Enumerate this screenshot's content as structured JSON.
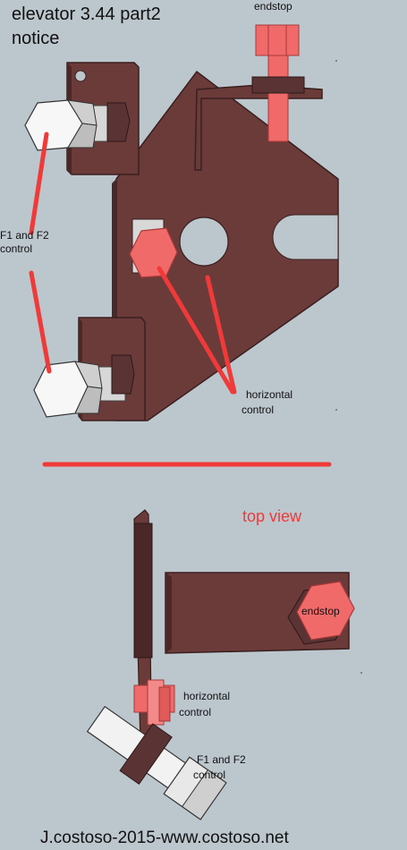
{
  "title": {
    "line1": "elevator 3.44 part2",
    "line2": "notice"
  },
  "side_view": {
    "endstop_label": "endstop",
    "f1f2_label": {
      "line1": "F1 and F2",
      "line2": "control"
    },
    "horizontal_label": {
      "line1": "horizontal",
      "line2": "control"
    }
  },
  "top_view": {
    "heading": "top view",
    "endstop_label": "endstop",
    "horizontal_label": {
      "line1": "horizontal",
      "line2": "control"
    },
    "f1f2_label": {
      "line1": "F1 and F2",
      "line2": "control"
    }
  },
  "footer": "J.costoso-2015-www.costoso.net",
  "colors": {
    "background": "#bcc6cd",
    "plate": "#6b3b3a",
    "accent_red": "#f03a3a",
    "bolt_pink": "#f06a6a",
    "bolt_white": "#f2f2f2"
  }
}
